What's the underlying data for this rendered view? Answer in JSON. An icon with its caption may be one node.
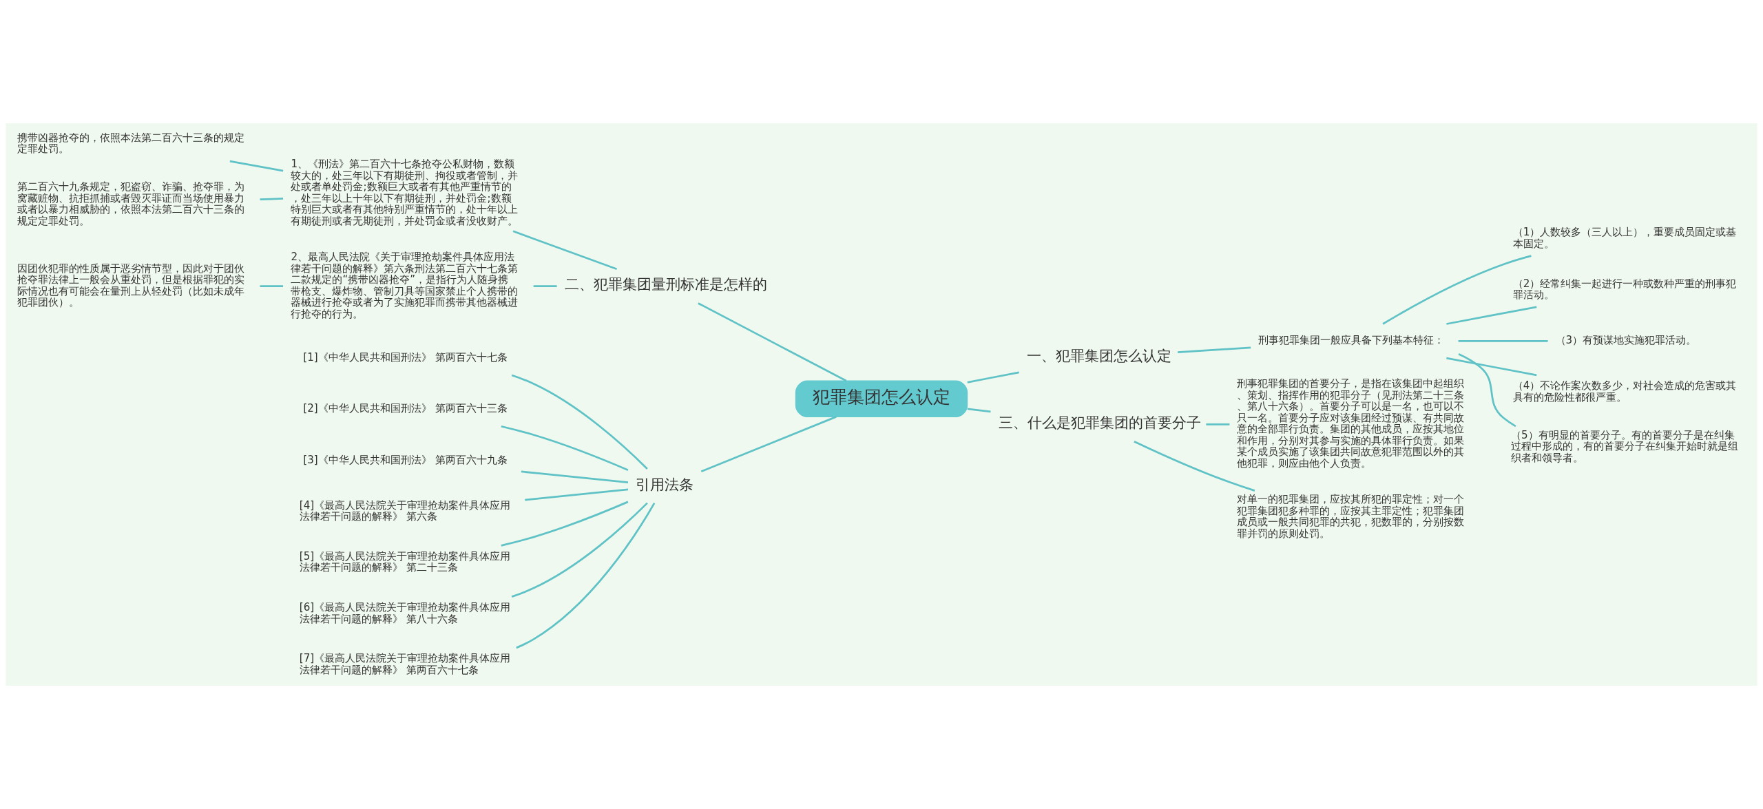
{
  "diagram": {
    "nodes": [
      {
        "text": [
          "犯罪集团怎么认定"
        ]
      },
      {
        "text": [
          "一、犯罪集团怎么认定"
        ]
      },
      {
        "text": [
          "刑事犯罪集团一般应具备下列基本特征："
        ]
      },
      {
        "text": [
          "（1）人数较多（三人以上），重要成员固定或基本固定。"
        ]
      },
      {
        "text": [
          "（2）经常纠集一起进行一种或数种严重的刑事犯罪活动。"
        ]
      },
      {
        "text": [
          "（3）有预谋地实施犯罪活动。"
        ]
      },
      {
        "text": [
          "（4）不论作案次数多少，对社会造成的危害或其具有的危险性都很严重。"
        ]
      },
      {
        "text": [
          "（5）有明显的首要分子。有的首要分子是在纠集过程中形成的，有的首要分子在纠集开始时就是组织者和领导者。"
        ]
      },
      {
        "text": [
          "三、什么是犯罪集团的首要分子"
        ]
      },
      {
        "text": [
          "刑事犯罪集团的首要分子，是指在该集团中起组织、策划、指挥作用的犯罪分子（见刑法第二十三条、第八十六条）。首要分子可以是一名，也可以不只一名。首要分子应对该集团经过预谋、有共同故意的全部罪行负责。集团的其他成员，应按其地位和作用，分别对其参与实施的具体罪行负责。如果某个成员实施了该集团共同故意犯罪范围以外的其他犯罪，则应由他个人负责。"
        ]
      },
      {
        "text": [
          "对单一的犯罪集团，应按其所犯的罪定性；对一个犯罪集团犯多种罪的，应按其主罪定性；犯罪集团成员或一般共同犯罪的共犯，犯数罪的，分别按数罪并罚的原则处罚。"
        ]
      },
      {
        "text": [
          "二、犯罪集团量刑标准是怎样的"
        ]
      },
      {
        "text": [
          "1、《刑法》第二百六十七条抢夺公私财物，数额较大的，处三年以下有期徒刑、拘役或者管制，并处或者单处罚金;数额巨大或者有其他严重情节的，处三年以上十年以下有期徒刑，并处罚金;数额特别巨大或者有其他特别严重情节的，处十年以上有期徒刑或者无期徒刑，并处罚金或者没收财产。"
        ]
      },
      {
        "text": [
          "携带凶器抢夺的，依照本法第二百六十三条的规定定罪处罚。"
        ]
      },
      {
        "text": [
          "第二百六十九条规定，犯盗窃、诈骗、抢夺罪，为窝藏赃物、抗拒抓捕或者毁灭罪证而当场使用暴力或者以暴力相威胁的，依照本法第二百六十三条的规定定罪处罚。"
        ]
      },
      {
        "text": [
          "2、最高人民法院《关于审理抢劫案件具体应用法律若干问题的解释》第六条刑法第二百六十七条第二款规定的“携带凶器抢夺”，是指行为人随身携带枪支、爆炸物、管制刀具等国家禁止个人携带的器械进行抢夺或者为了实施犯罪而携带其他器械进行抢夺的行为。"
        ]
      },
      {
        "text": [
          "因团伙犯罪的性质属于恶劣情节型，因此对于团伙抢夺罪法律上一般会从重处罚，但是根据罪犯的实际情况也有可能会在量刑上从轻处罚（比如未成年犯罪团伙）。"
        ]
      },
      {
        "text": [
          "引用法条"
        ]
      },
      {
        "text": [
          "[1]《中华人民共和国刑法》 第两百六十七条"
        ]
      },
      {
        "text": [
          "[2]《中华人民共和国刑法》 第两百六十三条"
        ]
      },
      {
        "text": [
          "[3]《中华人民共和国刑法》 第两百六十九条"
        ]
      },
      {
        "text": [
          "[4]《最高人民法院关于审理抢劫案件具体应用法律若干问题的解释》 第六条"
        ]
      },
      {
        "text": [
          "[5]《最高人民法院关于审理抢劫案件具体应用法律若干问题的解释》 第二十三条"
        ]
      },
      {
        "text": [
          "[6]《最高人民法院关于审理抢劫案件具体应用法律若干问题的解释》 第八十六条"
        ]
      },
      {
        "text": [
          "[7]《最高人民法院关于审理抢劫案件具体应用法律若干问题的解释》 第两百六十七条"
        ]
      }
    ],
    "edges": [
      {
        "from": 0,
        "to": 1,
        "arrow": "none"
      },
      {
        "from": 1,
        "to": 2,
        "arrow": "none"
      },
      {
        "from": 2,
        "to": 3,
        "arrow": "none"
      },
      {
        "from": 2,
        "to": 4,
        "arrow": "none"
      },
      {
        "from": 2,
        "to": 5,
        "arrow": "none"
      },
      {
        "from": 2,
        "to": 6,
        "arrow": "none"
      },
      {
        "from": 2,
        "to": 7,
        "arrow": "none"
      },
      {
        "from": 0,
        "to": 8,
        "arrow": "none"
      },
      {
        "from": 8,
        "to": 9,
        "arrow": "none"
      },
      {
        "from": 8,
        "to": 10,
        "arrow": "none"
      },
      {
        "from": 0,
        "to": 11,
        "arrow": "none"
      },
      {
        "from": 11,
        "to": 12,
        "arrow": "none"
      },
      {
        "from": 12,
        "to": 13,
        "arrow": "none"
      },
      {
        "from": 12,
        "to": 14,
        "arrow": "none"
      },
      {
        "from": 11,
        "to": 15,
        "arrow": "none"
      },
      {
        "from": 15,
        "to": 16,
        "arrow": "none"
      },
      {
        "from": 0,
        "to": 17,
        "arrow": "none"
      },
      {
        "from": 17,
        "to": 18,
        "arrow": "none"
      },
      {
        "from": 17,
        "to": 19,
        "arrow": "none"
      },
      {
        "from": 17,
        "to": 20,
        "arrow": "none"
      },
      {
        "from": 17,
        "to": 21,
        "arrow": "none"
      },
      {
        "from": 17,
        "to": 22,
        "arrow": "none"
      },
      {
        "from": 17,
        "to": 23,
        "arrow": "none"
      },
      {
        "from": 17,
        "to": 24,
        "arrow": "none"
      }
    ]
  }
}
